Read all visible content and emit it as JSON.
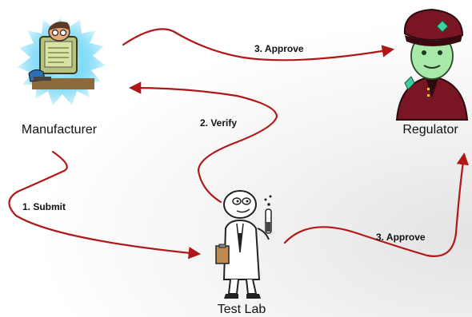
{
  "nodes": {
    "manufacturer": {
      "label": "Manufacturer"
    },
    "regulator": {
      "label": "Regulator"
    },
    "test_lab": {
      "label": "Test Lab"
    }
  },
  "edges": [
    {
      "id": "submit",
      "label": "1. Submit"
    },
    {
      "id": "verify",
      "label": "2. Verify"
    },
    {
      "id": "approve_manufacturer",
      "label": "3. Approve"
    },
    {
      "id": "approve_testlab",
      "label": "3. Approve"
    }
  ],
  "colors": {
    "arrow": "#b01818",
    "glow": "#2ec2f0",
    "regulator_coat": "#7a1624",
    "regulator_face": "#a8e8a8",
    "monitor": "#c4d18a"
  },
  "icons": {
    "manufacturer": "computer-worker-clipart",
    "regulator": "uniformed-officer-clipart",
    "test_lab": "scientist-clipart"
  }
}
